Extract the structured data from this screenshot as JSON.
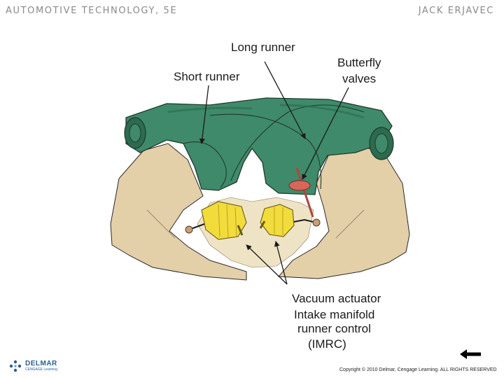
{
  "header": {
    "book_title": "AUTOMOTIVE TECHNOLOGY, 5E",
    "author": "JACK ERJAVEC"
  },
  "diagram": {
    "labels": {
      "long_runner": "Long runner",
      "short_runner": "Short runner",
      "butterfly_line1": "Butterfly",
      "butterfly_line2": "valves",
      "vacuum_line1": "Vacuum actuator",
      "vacuum_line2": "Intake manifold",
      "vacuum_line3": "runner control",
      "vacuum_line4": "(IMRC)"
    },
    "colors": {
      "manifold_green": "#3f8a6b",
      "manifold_dark": "#2c6b50",
      "engine_tan": "#e3cfa8",
      "actuator_yellow": "#f2dc3c",
      "valve_red": "#d9665a"
    }
  },
  "footer": {
    "publisher_brand": "DELMAR",
    "publisher_sub": "CENGAGE Learning",
    "copyright": "Copyright © 2010 Delmar, Cengage Learning. ALL RIGHTS RESERVED",
    "back_icon": "left-arrow-icon"
  }
}
